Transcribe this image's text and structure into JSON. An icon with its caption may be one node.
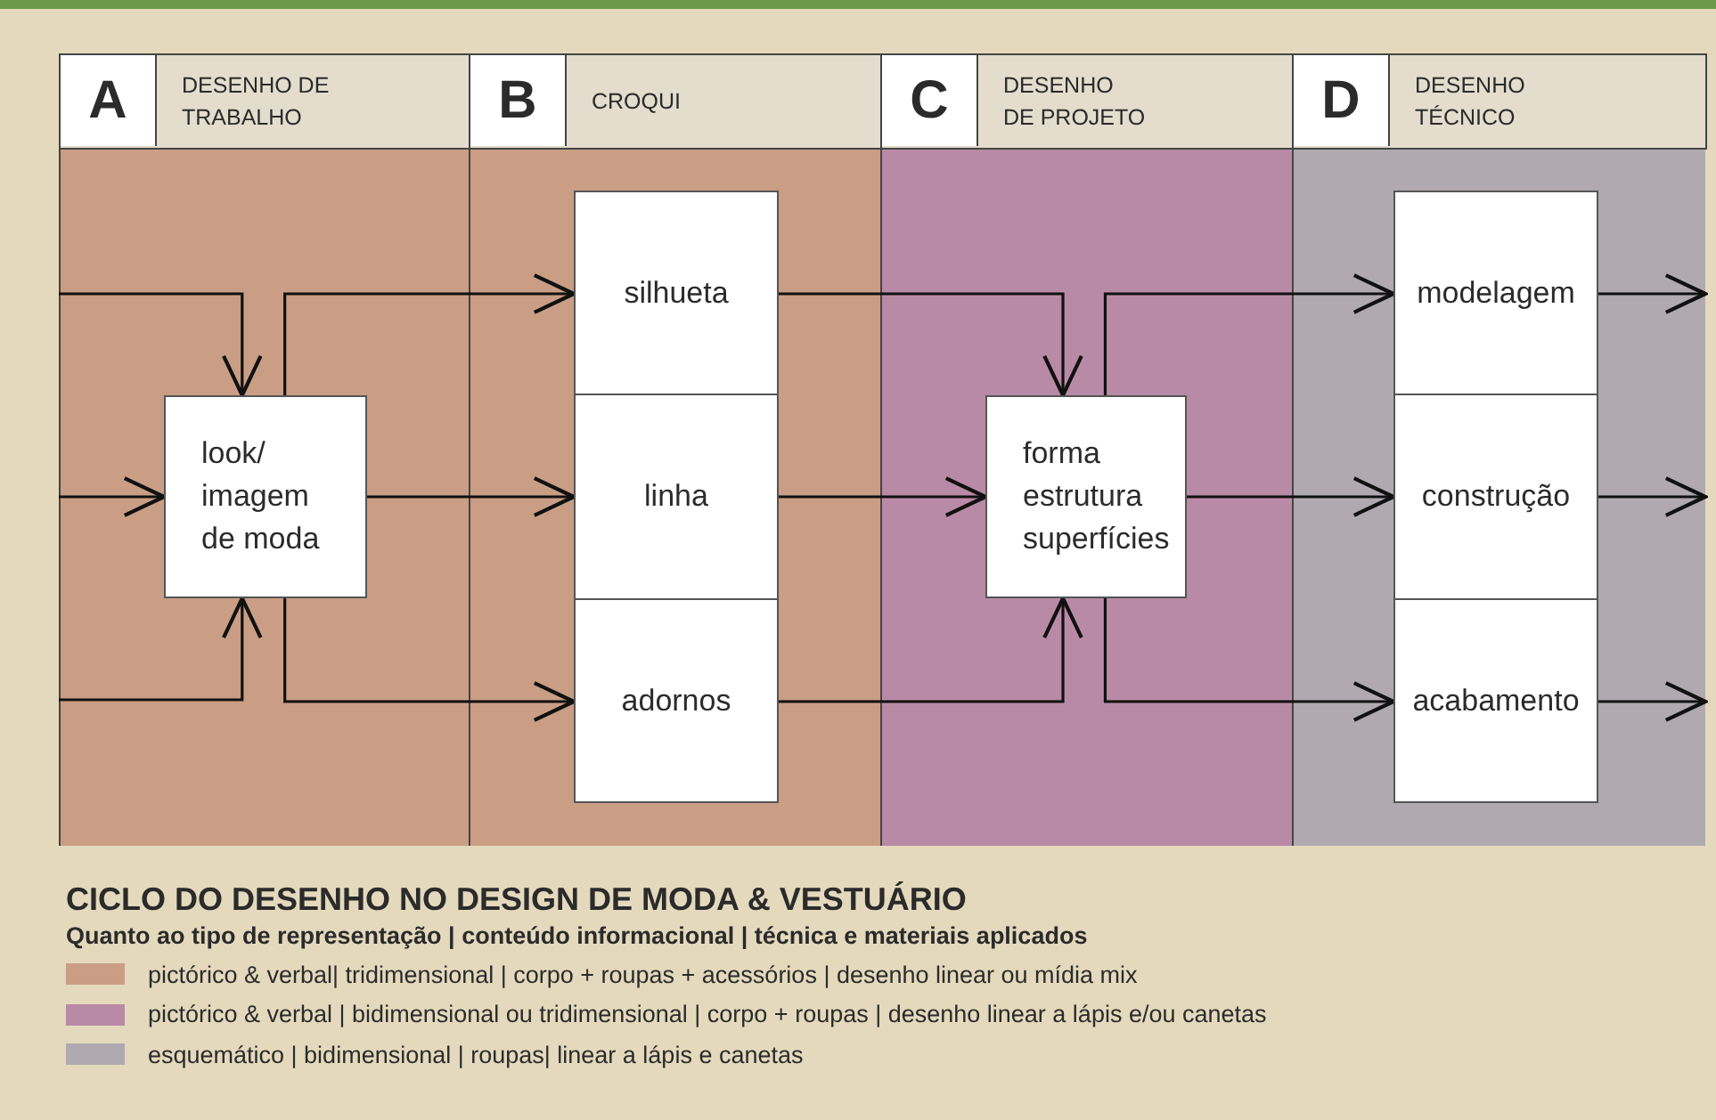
{
  "diagram": {
    "title": "CICLO DO DESENHO NO DESIGN DE MODA & VESTUÁRIO",
    "nodes": [
      {
        "text": [
          "A",
          "DESENHO DE TRABALHO"
        ]
      },
      {
        "text": [
          "B",
          "CROQUI"
        ]
      },
      {
        "text": [
          "C",
          "DESENHO DE PROJETO"
        ]
      },
      {
        "text": [
          "D",
          "DESENHO TÉCNICO"
        ]
      },
      {
        "text": [
          "look/ imagem de moda"
        ],
        "in": 0
      },
      {
        "text": [
          "silhueta"
        ],
        "in": 1
      },
      {
        "text": [
          "linha"
        ],
        "in": 1
      },
      {
        "text": [
          "adornos"
        ],
        "in": 1
      },
      {
        "text": [
          "forma estrutura superfícies"
        ],
        "in": 2
      },
      {
        "text": [
          "modelagem"
        ],
        "in": 3
      },
      {
        "text": [
          "construção"
        ],
        "in": 3
      },
      {
        "text": [
          "acabamento"
        ],
        "in": 3
      }
    ],
    "edges": [
      {
        "from": null,
        "to": 4,
        "arrow": "to"
      },
      {
        "from": null,
        "to": 4,
        "arrow": "to"
      },
      {
        "from": null,
        "to": 4,
        "arrow": "to"
      },
      {
        "from": 4,
        "to": 5,
        "arrow": "to"
      },
      {
        "from": 4,
        "to": 6,
        "arrow": "to"
      },
      {
        "from": 4,
        "to": 7,
        "arrow": "to"
      },
      {
        "from": 5,
        "to": 8,
        "arrow": "to"
      },
      {
        "from": 6,
        "to": 8,
        "arrow": "to"
      },
      {
        "from": 7,
        "to": 8,
        "arrow": "to"
      },
      {
        "from": 8,
        "to": 9,
        "arrow": "to"
      },
      {
        "from": 8,
        "to": 10,
        "arrow": "to"
      },
      {
        "from": 8,
        "to": 11,
        "arrow": "to"
      },
      {
        "from": 9,
        "to": null,
        "arrow": "to"
      },
      {
        "from": 10,
        "to": null,
        "arrow": "to"
      },
      {
        "from": 11,
        "to": null,
        "arrow": "to"
      }
    ],
    "labels": [
      "Quanto ao tipo de representação | conteúdo informacional | técnica e materiais aplicados"
    ],
    "legend": [
      {
        "text": "pictórico & verbal| tridimensional | corpo + roupas + acessórios | desenho linear ou mídia mix",
        "color": "#c99e85"
      },
      {
        "text": "pictórico & verbal | bidimensional ou tridimensional | corpo + roupas | desenho linear a lápis e/ou canetas",
        "color": "#b98aa5"
      },
      {
        "text": "esquemático | bidimensional | roupas| linear a lápis e canetas",
        "color": "#b0aab0"
      }
    ]
  }
}
